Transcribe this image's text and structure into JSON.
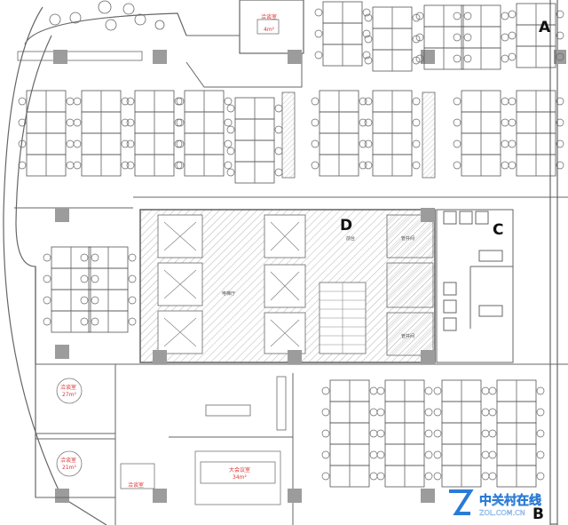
{
  "labels": {
    "A": "A",
    "B": "B",
    "C": "C",
    "D": "D"
  },
  "rooms": {
    "reception": "前台",
    "lobby": "电梯厅",
    "meeting_top": "洽谈室",
    "meeting_top_area": "4m²",
    "meeting_left1": "洽谈室",
    "meeting_left1_area": "27m²",
    "meeting_left2": "洽谈室",
    "meeting_left2_area": "21m²",
    "meeting_small": "洽谈室",
    "meeting_large": "大会议室",
    "meeting_large_area": "34m²",
    "room_r1": "管井间",
    "room_r2": "管井间"
  },
  "watermark": {
    "brand": "中关村在线",
    "url": "ZOL.COM.CN"
  },
  "colors": {
    "line": "#555555",
    "hatch": "#9a9a9a",
    "pillar": "#9c9c9c",
    "red_text": "#dd3333",
    "watermark_blue": "#2a7bd6"
  }
}
